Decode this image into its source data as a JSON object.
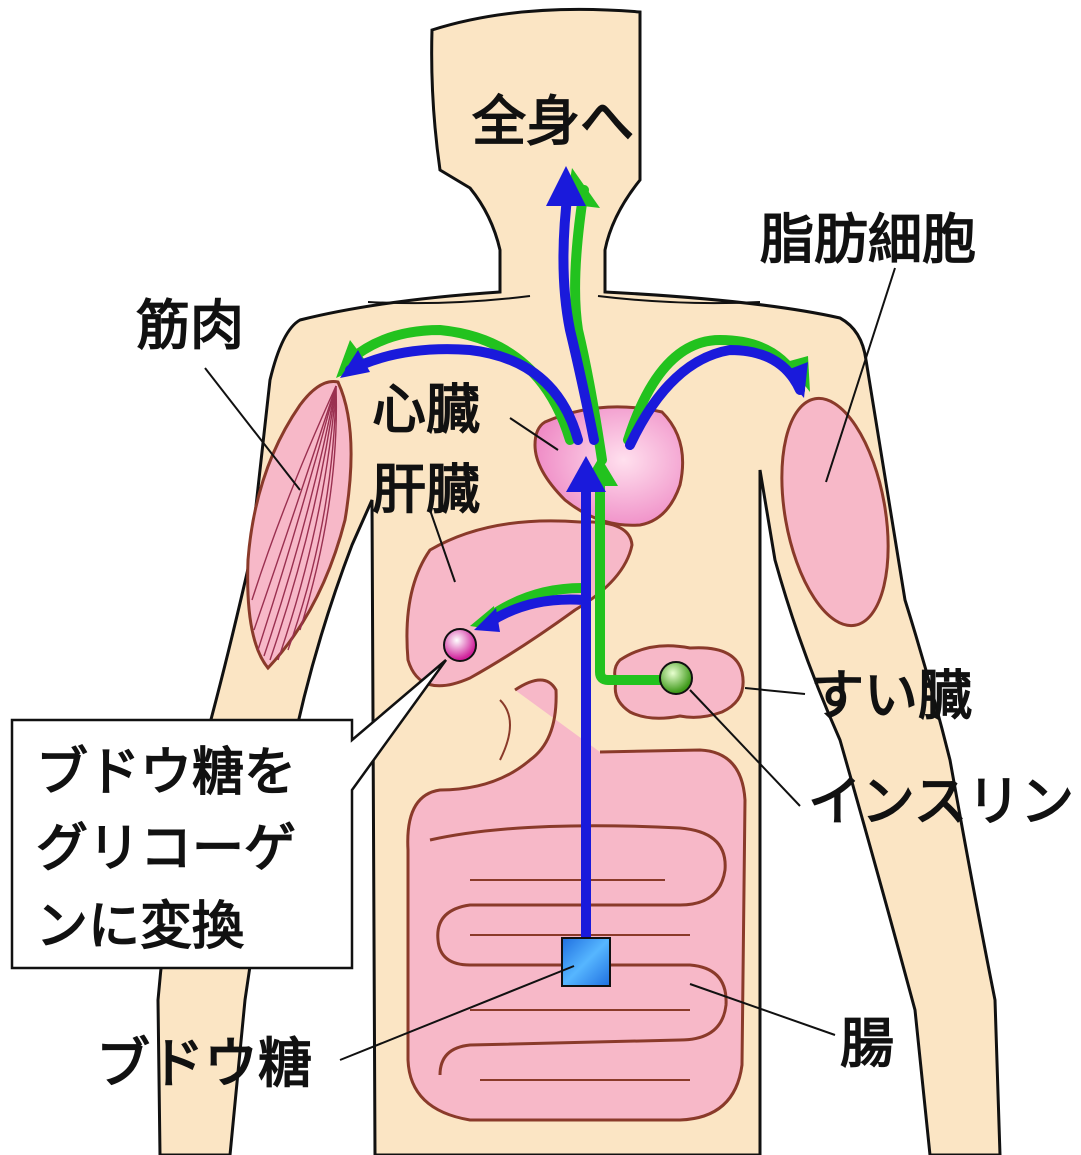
{
  "labels": {
    "whole_body": "全身へ",
    "fat_cells": "脂肪細胞",
    "muscle": "筋肉",
    "heart": "心臓",
    "liver": "肝臓",
    "pancreas": "すい臓",
    "insulin": "インスリン",
    "intestine": "腸",
    "glucose": "ブドウ糖",
    "glycogen_line1": "ブドウ糖を",
    "glycogen_line2": "グリコーゲ",
    "glycogen_line3": "ンに変換"
  },
  "colors": {
    "skin": "#fbe5c4",
    "skin_outline": "#111111",
    "organ_pink": "#f7b8c8",
    "organ_outline": "#8a3a2a",
    "arrow_blue": "#1a1adb",
    "arrow_green": "#22c21e",
    "glucose_square": "#2f8ff0",
    "insulin_ball": "#5ab82a",
    "glycogen_ball": "#e63fb0"
  }
}
